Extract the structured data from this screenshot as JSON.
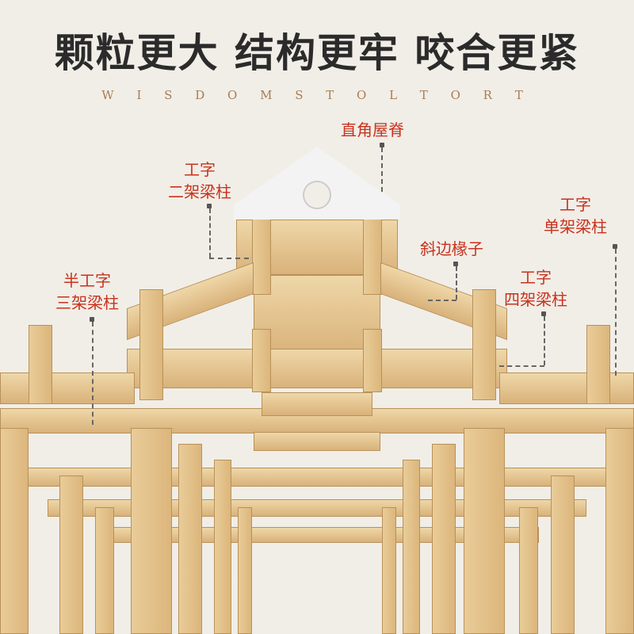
{
  "headline": "颗粒更大 结构更牢 咬合更紧",
  "watermark": "W I S D O M   S T O L   T O R T",
  "annotations": [
    {
      "id": "ridge",
      "text": "直角屋脊"
    },
    {
      "id": "two-frame",
      "line1": "工字",
      "line2": "二架梁柱"
    },
    {
      "id": "rafter",
      "text": "斜边椽子"
    },
    {
      "id": "single-frame",
      "line1": "工字",
      "line2": "单架梁柱"
    },
    {
      "id": "half-three",
      "line1": "半工字",
      "line2": "三架梁柱"
    },
    {
      "id": "four-frame",
      "line1": "工字",
      "line2": "四架梁柱"
    }
  ],
  "colors": {
    "label": "#c8321e",
    "background": "#f1eee7",
    "wood": "#e2c28c"
  }
}
